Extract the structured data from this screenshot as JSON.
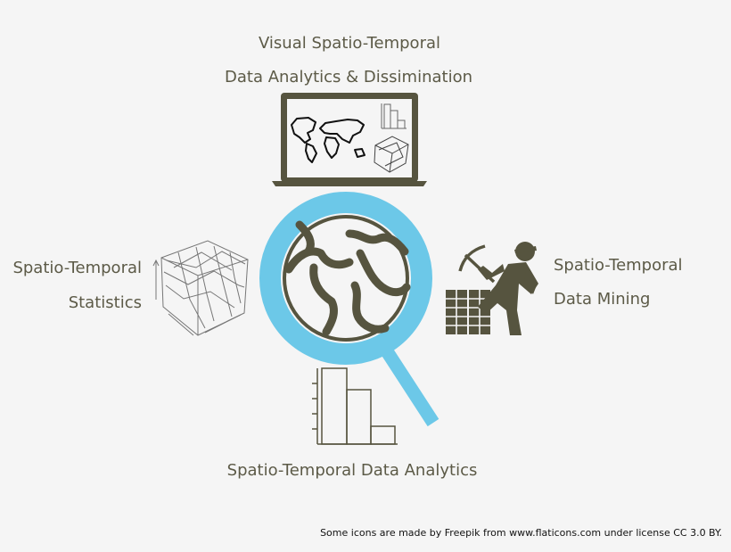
{
  "labels": {
    "visual_line1": "Visual Spatio-Temporal",
    "visual_line2": "Data Analytics & Dissimination",
    "stats_line1": "Spatio-Temporal",
    "stats_line2": "Statistics",
    "mining_line1": "Spatio-Temporal",
    "mining_line2": "Data Mining",
    "analytics": "Spatio-Temporal Data Analytics"
  },
  "credit": "Some icons are made by Freepik from www.flaticons.com under license CC 3.0 BY.",
  "icons": {
    "center": "magnifier-globe-icon",
    "top": "laptop-icon",
    "left": "surface-cube-icon",
    "right": "miner-icon",
    "bottom": "histogram-icon"
  },
  "colors": {
    "text": "#5c5a47",
    "accent": "#6cc8e8",
    "dark": "#56543f",
    "background": "#f5f5f5"
  }
}
